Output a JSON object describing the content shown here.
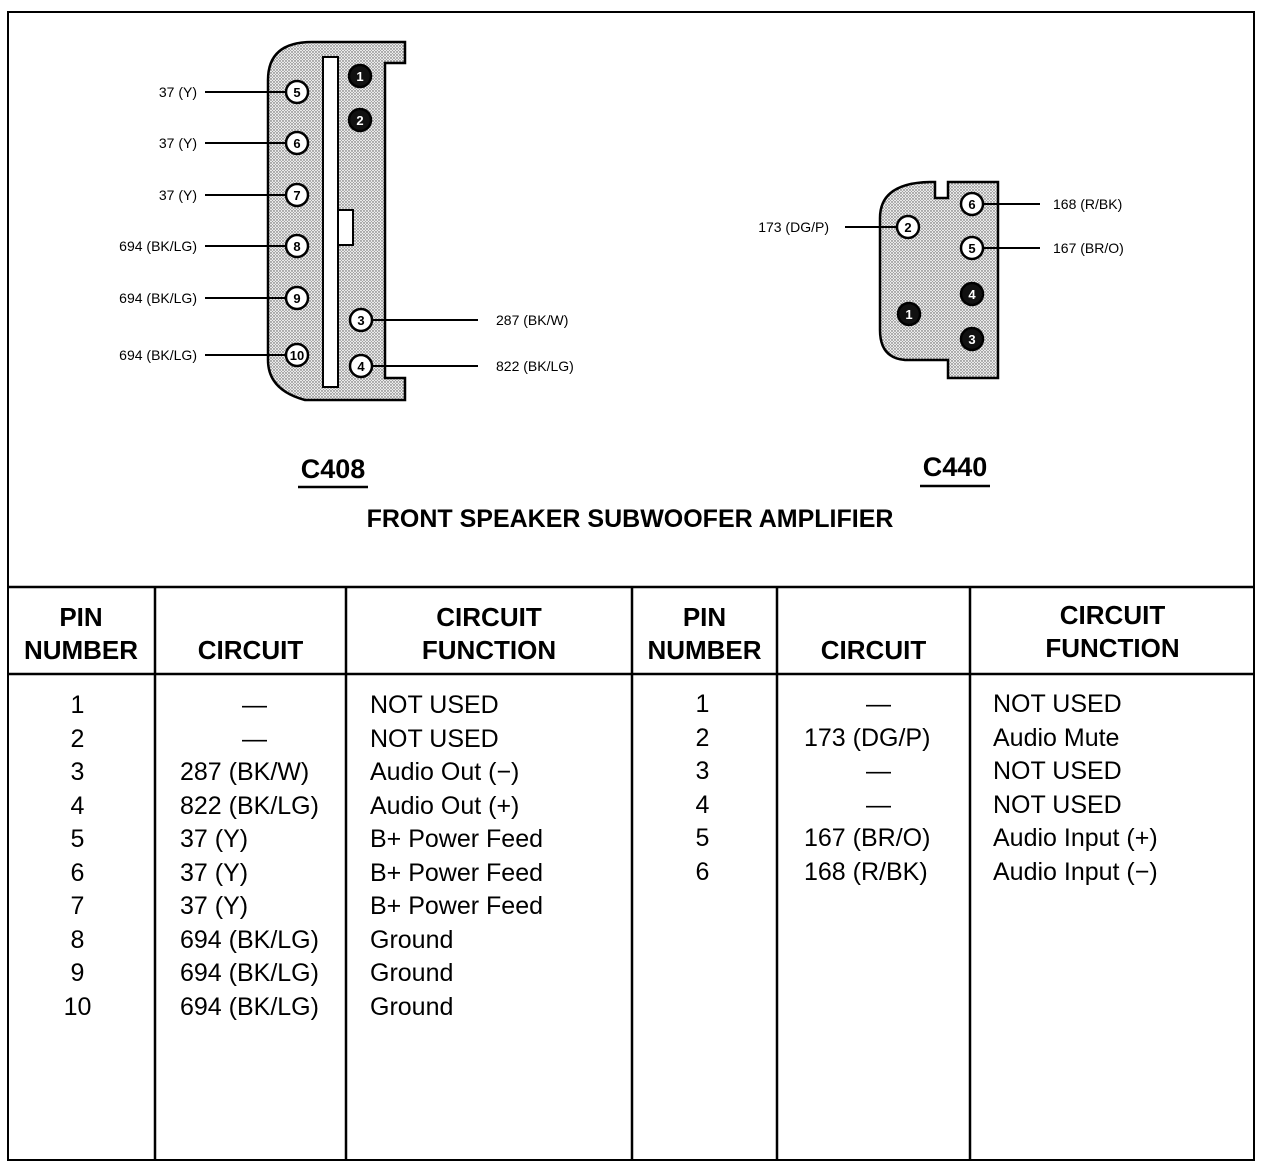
{
  "diagram": {
    "c408": {
      "label": "C408",
      "left_wires": [
        {
          "pin": "5",
          "circuit": "37 (Y)"
        },
        {
          "pin": "6",
          "circuit": "37 (Y)"
        },
        {
          "pin": "7",
          "circuit": "37 (Y)"
        },
        {
          "pin": "8",
          "circuit": "694 (BK/LG)"
        },
        {
          "pin": "9",
          "circuit": "694 (BK/LG)"
        },
        {
          "pin": "10",
          "circuit": "694 (BK/LG)"
        }
      ],
      "right_wires": [
        {
          "pin": "3",
          "circuit": "287 (BK/W)"
        },
        {
          "pin": "4",
          "circuit": "822 (BK/LG)"
        }
      ],
      "unused_pins": [
        "1",
        "2"
      ]
    },
    "c440": {
      "label": "C440",
      "left_wires": [
        {
          "pin": "2",
          "circuit": "173 (DG/P)"
        }
      ],
      "right_wires": [
        {
          "pin": "6",
          "circuit": "168 (R/BK)"
        },
        {
          "pin": "5",
          "circuit": "167 (BR/O)"
        }
      ],
      "unused_pins": [
        "4",
        "1",
        "3"
      ]
    },
    "title": "FRONT SPEAKER SUBWOOFER AMPLIFIER"
  },
  "table": {
    "headers": {
      "pin_number": [
        "PIN",
        "NUMBER"
      ],
      "circuit": "CIRCUIT",
      "circuit_function": [
        "CIRCUIT",
        "FUNCTION"
      ]
    },
    "c408_rows": [
      {
        "pin": "1",
        "circuit": "—",
        "function": "NOT USED"
      },
      {
        "pin": "2",
        "circuit": "—",
        "function": "NOT USED"
      },
      {
        "pin": "3",
        "circuit": "287 (BK/W)",
        "function": "Audio Out (−)"
      },
      {
        "pin": "4",
        "circuit": "822 (BK/LG)",
        "function": "Audio Out (+)"
      },
      {
        "pin": "5",
        "circuit": "37 (Y)",
        "function": "B+ Power Feed"
      },
      {
        "pin": "6",
        "circuit": "37 (Y)",
        "function": "B+ Power Feed"
      },
      {
        "pin": "7",
        "circuit": "37 (Y)",
        "function": "B+ Power Feed"
      },
      {
        "pin": "8",
        "circuit": "694 (BK/LG)",
        "function": "Ground"
      },
      {
        "pin": "9",
        "circuit": "694 (BK/LG)",
        "function": "Ground"
      },
      {
        "pin": "10",
        "circuit": "694 (BK/LG)",
        "function": "Ground"
      }
    ],
    "c440_rows": [
      {
        "pin": "1",
        "circuit": "—",
        "function": "NOT USED"
      },
      {
        "pin": "2",
        "circuit": "173 (DG/P)",
        "function": "Audio Mute"
      },
      {
        "pin": "3",
        "circuit": "—",
        "function": "NOT USED"
      },
      {
        "pin": "4",
        "circuit": "—",
        "function": "NOT USED"
      },
      {
        "pin": "5",
        "circuit": "167 (BR/O)",
        "function": "Audio Input (+)"
      },
      {
        "pin": "6",
        "circuit": "168 (R/BK)",
        "function": "Audio Input (−)"
      }
    ]
  }
}
